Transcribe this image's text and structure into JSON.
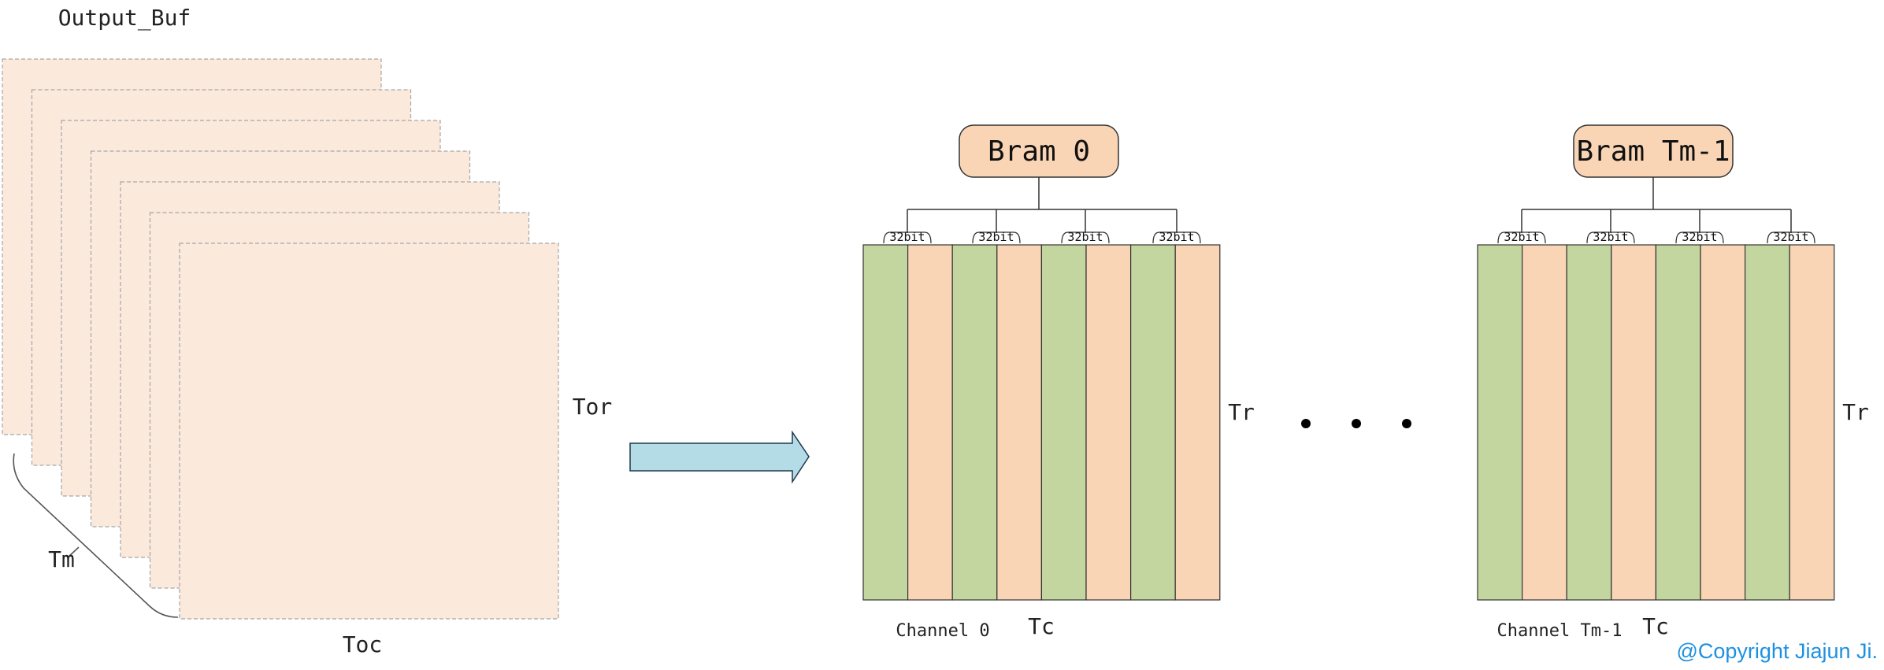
{
  "output_buffer": {
    "title": "Output_Buf",
    "depth_label": "Tm",
    "width_label": "Toc",
    "height_label": "Tor",
    "fill_color": "#fbe9dc",
    "border_color": "#a6a6a6"
  },
  "arrow": {
    "fill_color": "#b4dce6",
    "border_color": "#1f3a4d"
  },
  "brams": [
    {
      "label": "Bram 0",
      "channel_label": "Channel 0",
      "width_label": "Tc",
      "height_label": "Tr"
    },
    {
      "label": "Bram Tm-1",
      "channel_label": "Channel Tm-1",
      "width_label": "Tc",
      "height_label": "Tr"
    }
  ],
  "port_label": "32bit",
  "colors": {
    "bram_fill": "#f9d5b6",
    "green_column": "#c4d6a0",
    "orange_column": "#f9d5b6",
    "copyright": "#1e90e0"
  },
  "ellipsis": "• • •",
  "copyright": "@Copyright Jiajun Ji."
}
